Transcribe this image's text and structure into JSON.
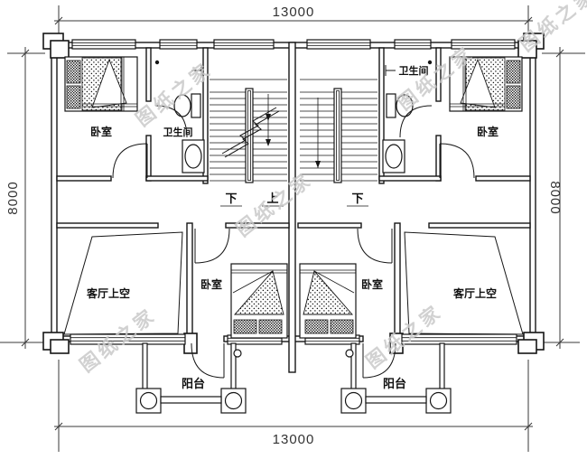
{
  "plan": {
    "dim_top": "13000",
    "dim_bottom": "13000",
    "dim_left": "8000",
    "dim_right": "8000",
    "bedroom": "卧室",
    "bathroom": "卫生间",
    "living_above": "客厅上空",
    "balcony": "阳台",
    "down": "下",
    "up": "上",
    "watermark": "图纸之家"
  },
  "colors": {
    "line": "#161616",
    "watermark": "#c9c9c9",
    "background": "#ffffff"
  }
}
